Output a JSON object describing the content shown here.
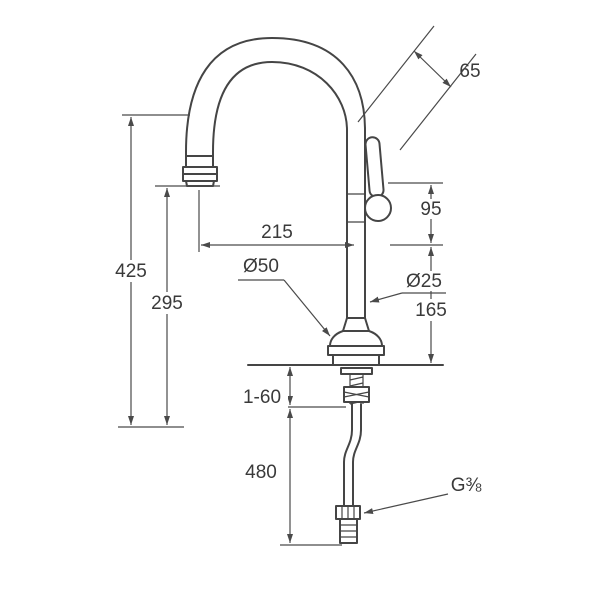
{
  "meta": {
    "drawing_type": "technical dimension drawing of a single-lever kitchen mixer tap",
    "background": "#ffffff",
    "line_color": "#454545"
  },
  "dimensions": {
    "top_angle_offset": "65",
    "handle_section_height": "95",
    "spout_reach": "215",
    "total_height": "425",
    "spout_outlet_height": "295",
    "base_diameter": "Ø50",
    "body_diameter": "Ø25",
    "height_above_deck": "165",
    "deck_thickness_range": "1-60",
    "hose_length": "480",
    "connection_thread": "G⅜"
  }
}
